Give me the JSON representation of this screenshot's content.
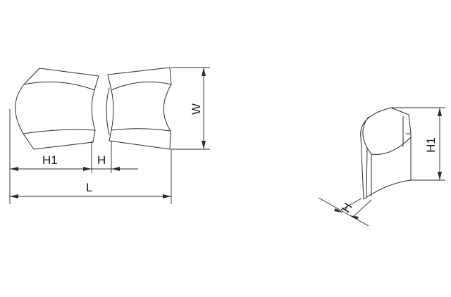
{
  "front_view": {
    "labels": {
      "h1": "H1",
      "h": "H",
      "l": "L",
      "w": "W"
    }
  },
  "iso_view": {
    "labels": {
      "h1": "H1",
      "h": "H"
    }
  }
}
